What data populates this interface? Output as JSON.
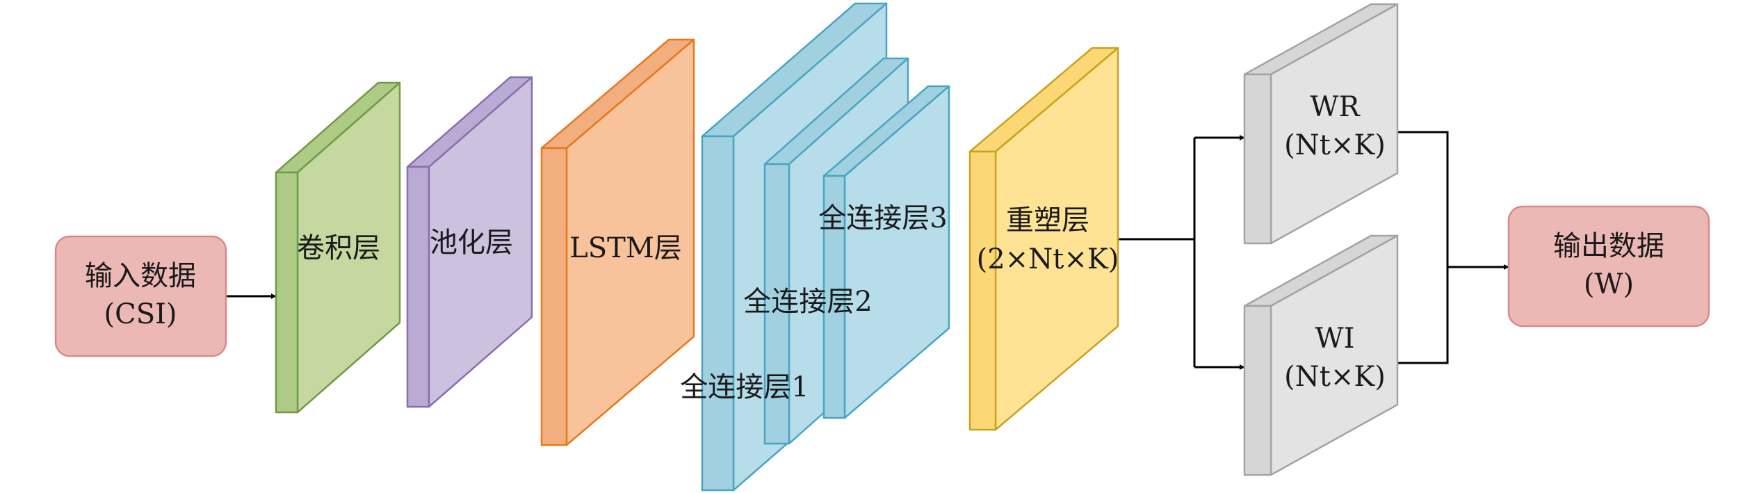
{
  "input_box": {
    "line1": "输入数据",
    "line2": "(CSI)",
    "fill": "#EBB8B6",
    "stroke": "#D98A85"
  },
  "layers": {
    "conv": {
      "label": "卷积层",
      "front": "#C4D8A0",
      "side": "#AECB86",
      "stroke": "#73994A"
    },
    "pool": {
      "label": "池化层",
      "front": "#CCC1DE",
      "side": "#B9ABD3",
      "stroke": "#8A6EAD"
    },
    "lstm": {
      "label": "LSTM层",
      "front": "#F8C39B",
      "side": "#F3AE7F",
      "stroke": "#E6791D"
    },
    "fc1": {
      "label": "全连接层1",
      "front": "#B7DDEA",
      "side": "#A1D1E1",
      "stroke": "#48A5C2"
    },
    "fc2": {
      "label": "全连接层2",
      "front": "#B7DDEA",
      "side": "#A1D1E1",
      "stroke": "#48A5C2"
    },
    "fc3": {
      "label": "全连接层3",
      "front": "#B7DDEA",
      "side": "#A1D1E1",
      "stroke": "#48A5C2"
    },
    "reshape": {
      "line1": "重塑层",
      "line2": "(2×Nt×K)",
      "front": "#FEE394",
      "side": "#FBD875",
      "stroke": "#C9A21E"
    },
    "wr": {
      "line1": "WR",
      "line2": "(Nt×K)",
      "front": "#E3E3E3",
      "side": "#D6D6D6",
      "stroke": "#A3A3A3"
    },
    "wi": {
      "line1": "WI",
      "line2": "(Nt×K)",
      "front": "#E3E3E3",
      "side": "#D6D6D6",
      "stroke": "#A3A3A3"
    }
  },
  "output_box": {
    "line1": "输出数据",
    "line2": "(W)",
    "fill": "#EBB8B6",
    "stroke": "#D98A85"
  },
  "arrow_color": "#000000"
}
